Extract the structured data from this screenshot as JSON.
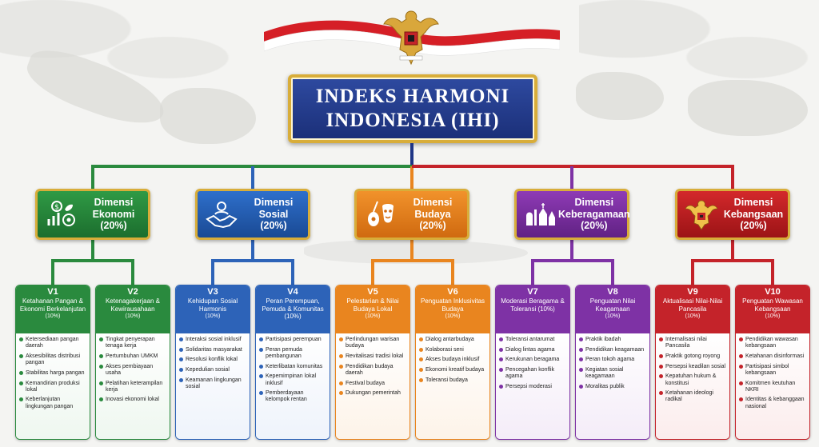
{
  "title": {
    "line1": "INDEKS HARMONI",
    "line2": "INDONESIA (IHI)"
  },
  "colors": {
    "gold": "#d8ad3a",
    "navy": "#1f3585",
    "green": "#2a8a3e",
    "blue": "#2d63b8",
    "orange": "#e9851f",
    "purple": "#7e32a5",
    "red": "#c4232a"
  },
  "dimensions": [
    {
      "name": "Dimensi",
      "name2": "Ekonomi",
      "pct": "(20%)",
      "icon": "economy-icon"
    },
    {
      "name": "Dimensi",
      "name2": "Sosial",
      "pct": "(20%)",
      "icon": "handshake-icon"
    },
    {
      "name": "Dimensi",
      "name2": "Budaya",
      "pct": "(20%)",
      "icon": "culture-mask-icon"
    },
    {
      "name": "Dimensi",
      "name2": "Keberagamaan",
      "pct": "(20%)",
      "icon": "worship-places-icon"
    },
    {
      "name": "Dimensi",
      "name2": "Kebangsaan",
      "pct": "(20%)",
      "icon": "garuda-icon"
    }
  ],
  "variables": [
    {
      "code": "V1",
      "name": "Ketahanan Pangan & Ekonomi Berkelanjutan",
      "pct": "(10%)",
      "items": [
        "Ketersediaan pangan daerah",
        "Aksesibilitas distribusi pangan",
        "Stabilitas harga pangan",
        "Kemandirian produksi lokal",
        "Keberlanjutan lingkungan pangan"
      ]
    },
    {
      "code": "V2",
      "name": "Ketenagakerjaan & Kewirausahaan",
      "pct": "(10%)",
      "items": [
        "Tingkat penyerapan tenaga kerja",
        "Pertumbuhan UMKM",
        "Akses pembiayaan usaha",
        "Pelatihan keterampilan kerja",
        "Inovasi ekonomi lokal"
      ]
    },
    {
      "code": "V3",
      "name": "Kehidupan Sosial Harmonis",
      "pct": "(10%)",
      "items": [
        "Interaksi sosial inklusif",
        "Solidaritas masyarakat",
        "Resolusi konflik lokal",
        "Kepedulian sosial",
        "Keamanan lingkungan sosial"
      ]
    },
    {
      "code": "V4",
      "name": "Peran Perempuan, Pemuda & Komunitas (10%)",
      "pct": "",
      "items": [
        "Partisipasi perempuan",
        "Peran pemuda pembangunan",
        "Keterlibatan komunitas",
        "Kepemimpinan lokal inklusif",
        "Pemberdayaan kelompok rentan"
      ]
    },
    {
      "code": "V5",
      "name": "Pelestarian & Nilai Budaya Lokal",
      "pct": "(10%)",
      "items": [
        "Perlindungan warisan budaya",
        "Revitalisasi tradisi lokal",
        "Pendidikan budaya daerah",
        "Festival budaya",
        "Dukungan pemerintah"
      ]
    },
    {
      "code": "V6",
      "name": "Penguatan Inklusivitas Budaya",
      "pct": "(10%)",
      "items": [
        "Dialog antarbudaya",
        "Kolaborasi seni",
        "Akses budaya inklusif",
        "Ekonomi kreatif budaya",
        "Toleransi budaya"
      ]
    },
    {
      "code": "V7",
      "name": "Moderasi Beragama & Toleransi (10%)",
      "pct": "",
      "items": [
        "Toleransi antarumat",
        "Dialog lintas agama",
        "Kerukunan beragama",
        "Pencegahan konflik agama",
        "Persepsi moderasi"
      ]
    },
    {
      "code": "V8",
      "name": "Penguatan Nilai Keagamaan",
      "pct": "(10%)",
      "items": [
        "Praktik ibadah",
        "Pendidikan keagamaan",
        "Peran tokoh agama",
        "Kegiatan sosial keagamaan",
        "Moralitas publik"
      ]
    },
    {
      "code": "V9",
      "name": "Aktualisasi Nilai-Nilai Pancasila",
      "pct": "(10%)",
      "items": [
        "Internalisasi nilai Pancasila",
        "Praktik gotong royong",
        "Persepsi keadilan sosial",
        "Kepatuhan hukum & konstitusi",
        "Ketahanan ideologi radikal"
      ]
    },
    {
      "code": "V10",
      "name": "Penguatan Wawasan Kebangsaan",
      "pct": "(10%)",
      "items": [
        "Pendidikan wawasan kebangsaan",
        "Ketahanan disinformasi",
        "Partisipasi simbol kebangsaan",
        "Komitmen keutuhan NKRI",
        "Identitas & kebanggaan nasional"
      ]
    }
  ]
}
